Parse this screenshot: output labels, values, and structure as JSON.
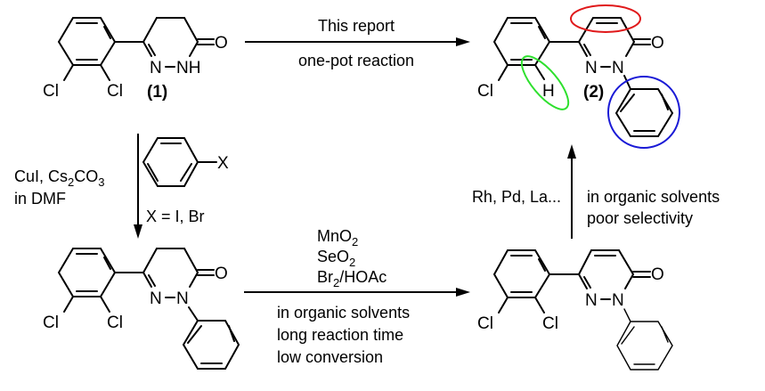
{
  "compounds": {
    "starting_material": {
      "label": "(1)",
      "atoms": {
        "cl_a": "Cl",
        "cl_b": "Cl",
        "n1": "N",
        "nh": "NH",
        "o": "O"
      }
    },
    "product": {
      "label": "(2)",
      "atoms": {
        "cl": "Cl",
        "h": "H",
        "n1": "N",
        "n2": "N",
        "o": "O"
      }
    },
    "intermediate_dihydro": {
      "atoms": {
        "cl_a": "Cl",
        "cl_b": "Cl",
        "n1": "N",
        "n2": "N",
        "o": "O"
      }
    },
    "intermediate_aromatic": {
      "atoms": {
        "cl_a": "Cl",
        "cl_b": "Cl",
        "n1": "N",
        "n2": "N",
        "o": "O"
      }
    },
    "aryl_halide": {
      "atoms": {
        "x": "X"
      },
      "note": "X = I, Br"
    }
  },
  "arrows": {
    "top": {
      "above": "This report",
      "below": "one-pot reaction"
    },
    "left_down": {
      "reagents_line1_prefix": "CuI, Cs",
      "reagents_line1_sub": "2",
      "reagents_line1_mid": "CO",
      "reagents_line1_sub2": "3",
      "reagents_line2": "in DMF"
    },
    "middle": {
      "reagent1_main": "MnO",
      "reagent1_sub": "2",
      "reagent2_main": "SeO",
      "reagent2_sub": "2",
      "reagent3_main": "Br",
      "reagent3_sub": "2",
      "reagent3_rest": "/HOAc",
      "conditions": [
        "in organic solvents",
        "long reaction time",
        "low conversion"
      ]
    },
    "right_up": {
      "left_label": "Rh, Pd, La...",
      "conditions": [
        "in organic solvents",
        "poor selectivity"
      ]
    }
  },
  "highlights": {
    "red": "#e0191b",
    "green": "#2ee02e",
    "blue": "#1a1ad6"
  }
}
